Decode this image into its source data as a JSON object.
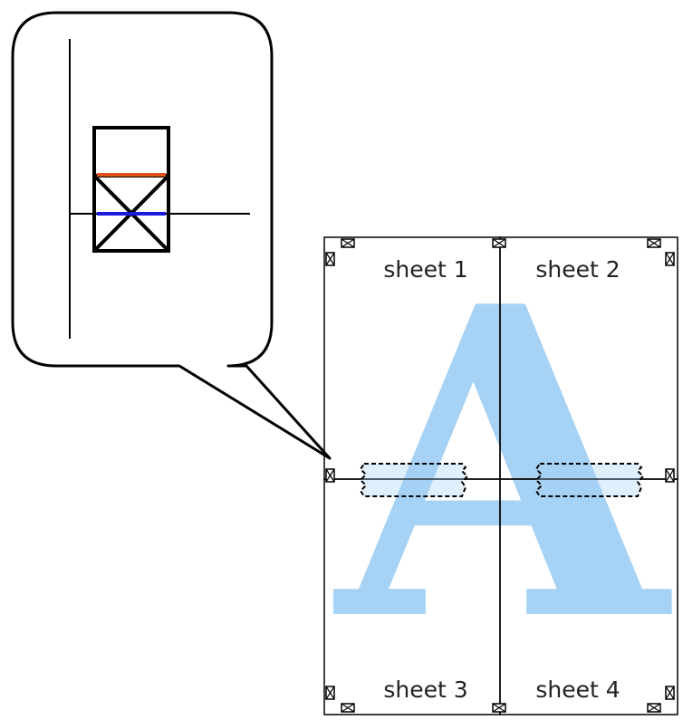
{
  "figure": {
    "watermark_letter": "A",
    "sheets": [
      {
        "label": "sheet 1"
      },
      {
        "label": "sheet 2"
      },
      {
        "label": "sheet 3"
      },
      {
        "label": "sheet 4"
      }
    ]
  },
  "colors": {
    "outline": "#000000",
    "letter_fill": "#a6d2f5",
    "cut_line": "#e0501a",
    "fold_line": "#1a1adc",
    "label_text": "#222222"
  },
  "icons": {
    "corner_mark": "crossed-box-icon",
    "magnified_mark": "crossed-box-magnified-icon"
  }
}
